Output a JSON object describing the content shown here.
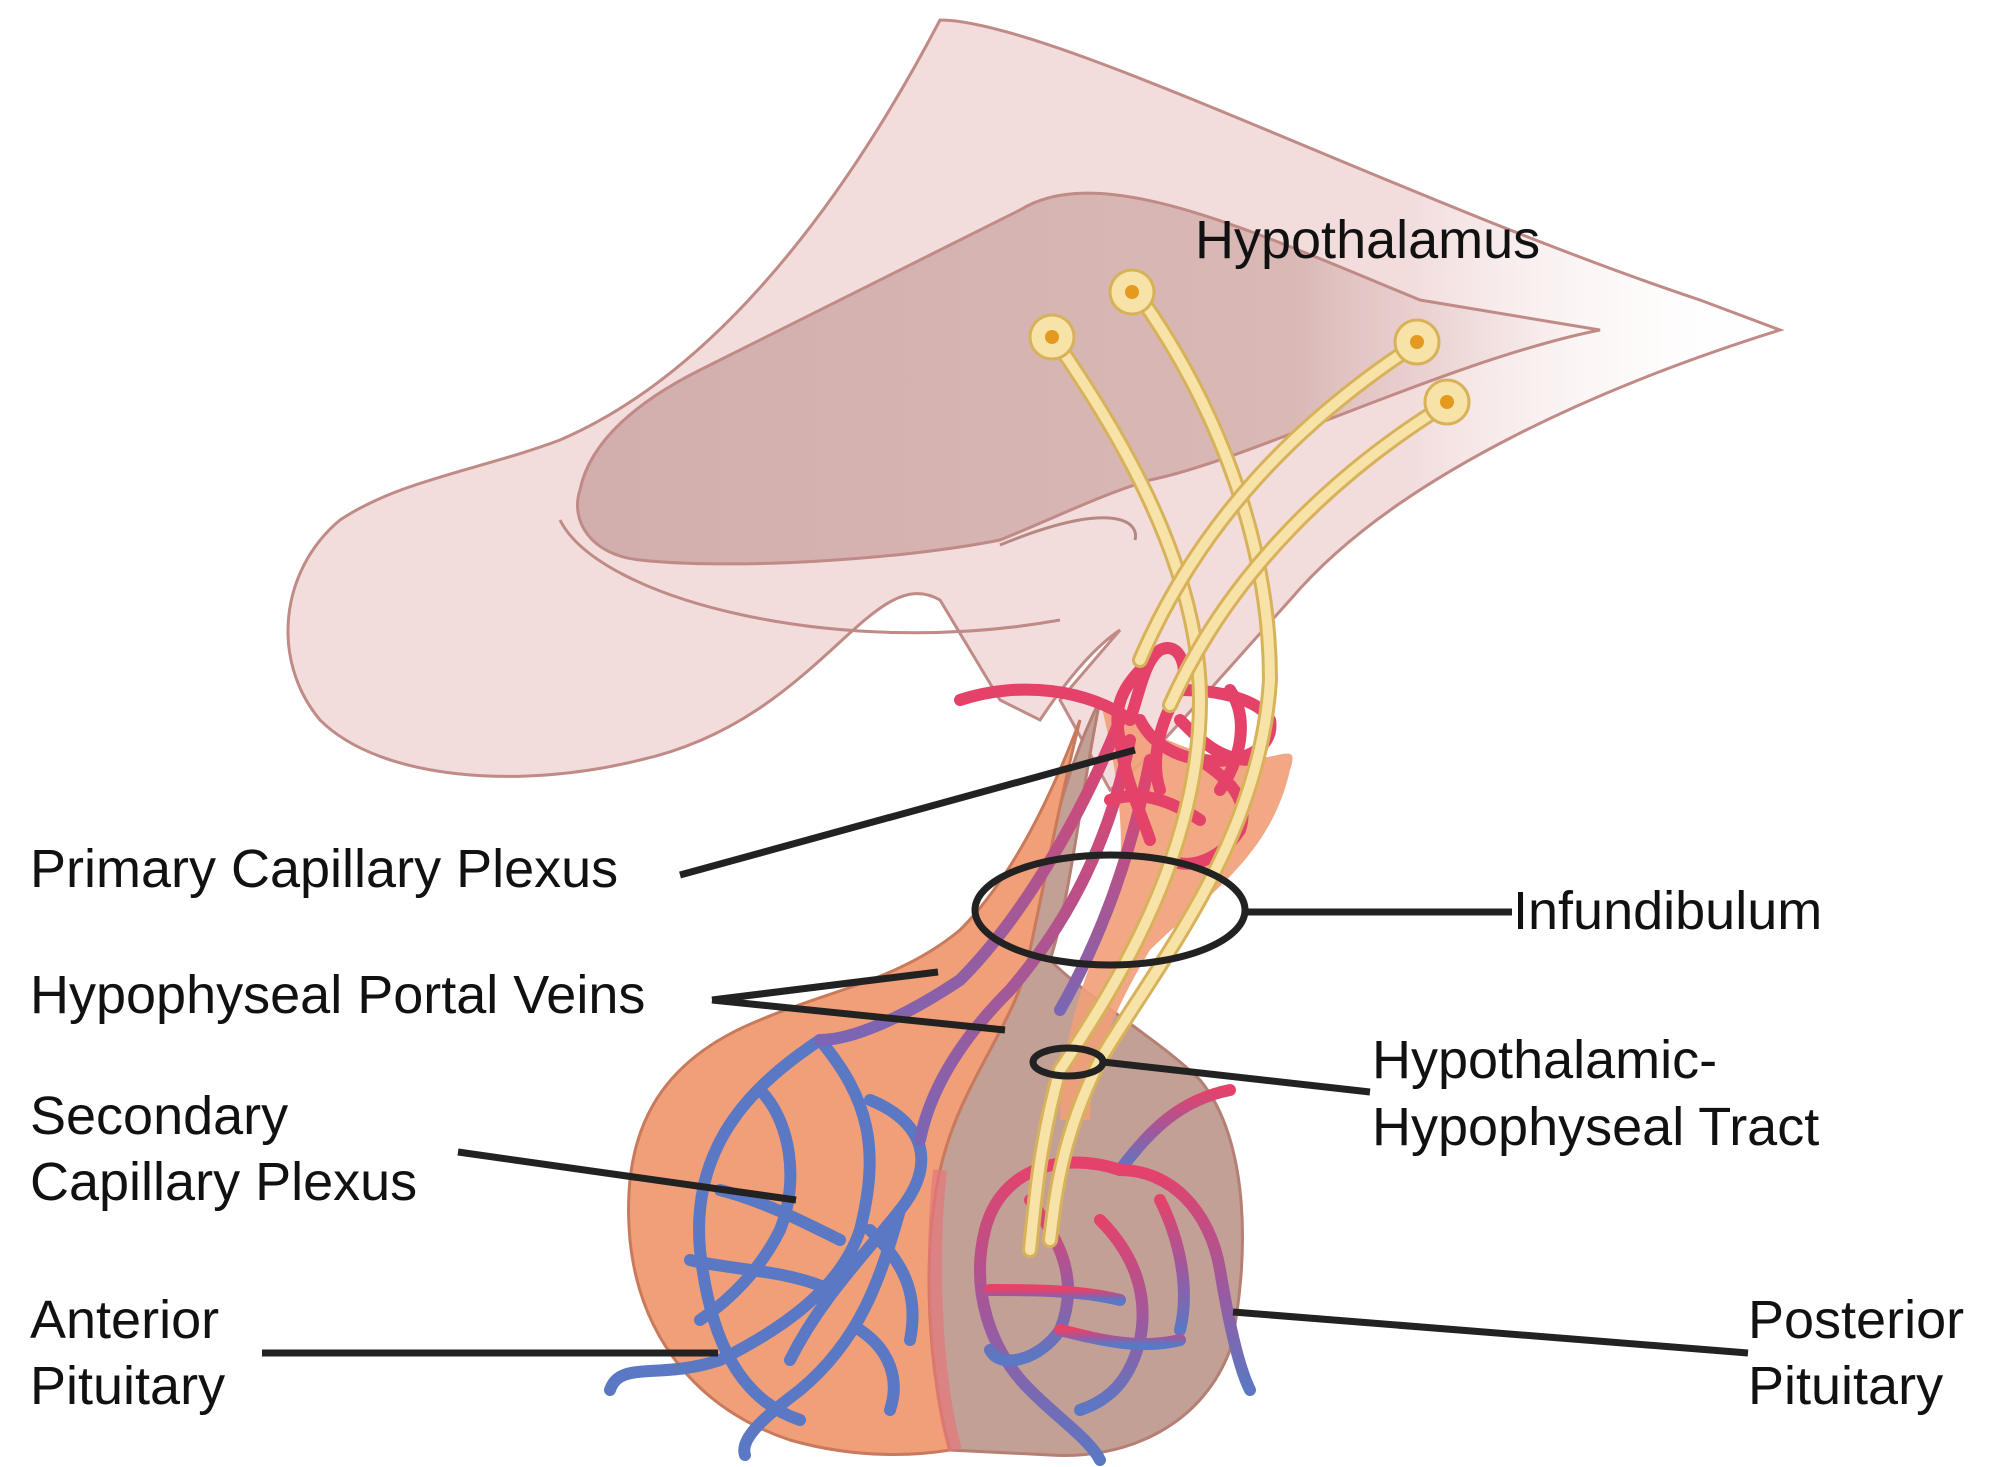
{
  "labels": {
    "hypothalamus": "Hypothalamus",
    "primary_capillary_plexus": "Primary Capillary Plexus",
    "infundibulum": "Infundibulum",
    "hypophyseal_portal_veins": "Hypophyseal Portal Veins",
    "hht_line1": "Hypothalamic-",
    "hht_line2": "Hypophyseal Tract",
    "secondary_line1": "Secondary",
    "secondary_line2": "Capillary Plexus",
    "anterior_line1": "Anterior",
    "anterior_line2": "Pituitary",
    "posterior_line1": "Posterior",
    "posterior_line2": "Pituitary"
  },
  "colors": {
    "brain_light": "#f2dcdc",
    "brain_dark": "#d2aeac",
    "brain_outline": "#c08a86",
    "anterior_lobe": "#f19f78",
    "posterior_lobe": "#c2a096",
    "artery": "#e5426a",
    "vein": "#5a78c4",
    "neuron": "#f7e3a8",
    "neuron_outline": "#d8b25a",
    "neuron_nucleus": "#e39a1e",
    "leader": "#222222"
  }
}
